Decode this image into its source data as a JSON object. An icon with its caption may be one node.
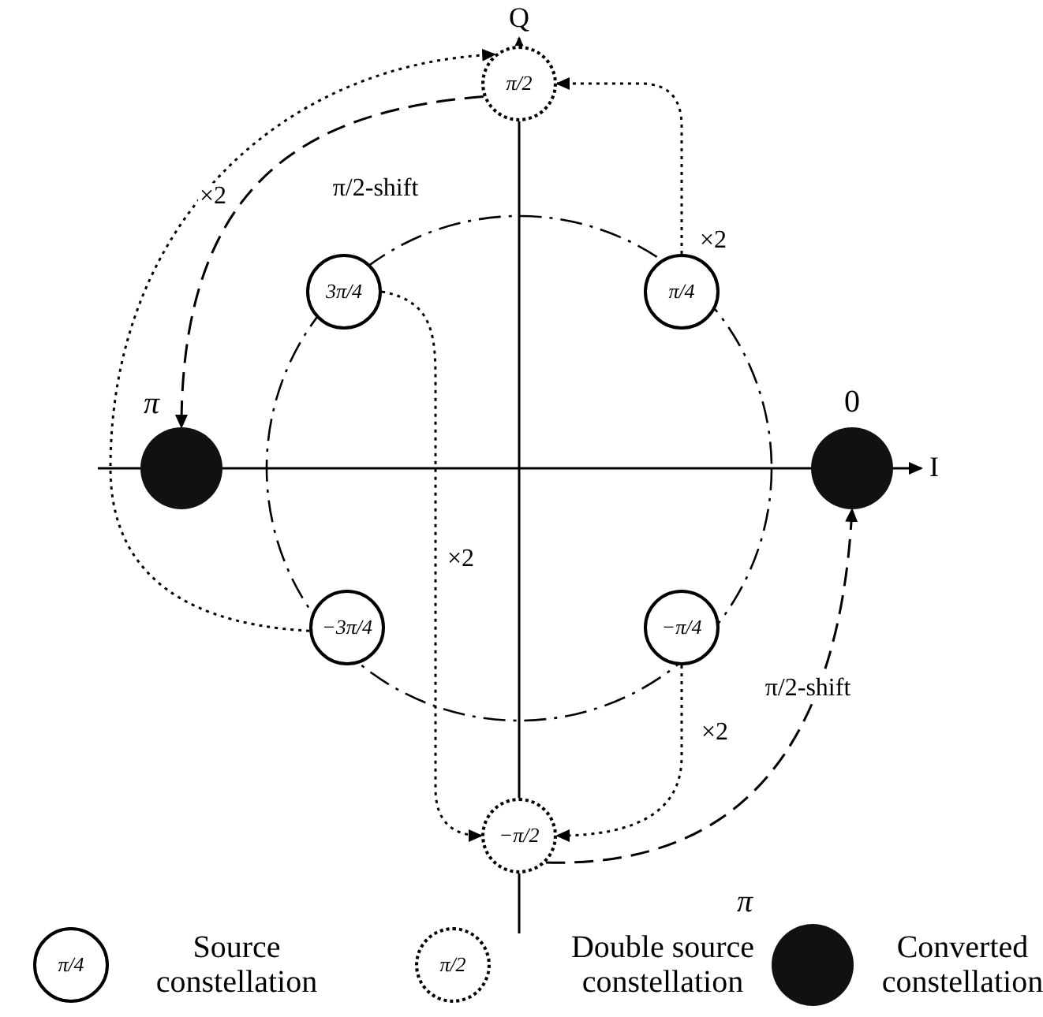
{
  "diagram": {
    "nodes": [
      {
        "text": [
          "π/2"
        ]
      },
      {
        "text": [
          "3π/4"
        ]
      },
      {
        "text": [
          "π/4"
        ]
      },
      {
        "text": [],
        "shape": "circle",
        "beside": [
          "π"
        ]
      },
      {
        "text": [],
        "shape": "circle",
        "beside": [
          "0"
        ]
      },
      {
        "text": [
          "−3π/4"
        ]
      },
      {
        "text": [
          "−π/4"
        ]
      },
      {
        "text": [
          "−π/2"
        ]
      }
    ],
    "edges": [
      {
        "from": 2,
        "to": 0,
        "arrow": "to",
        "label": "×2"
      },
      {
        "from": 5,
        "to": 0,
        "arrow": "to",
        "label": "×2"
      },
      {
        "from": 1,
        "to": 7,
        "arrow": "to",
        "label": "×2"
      },
      {
        "from": 6,
        "to": 7,
        "arrow": "to",
        "label": "×2"
      },
      {
        "from": 0,
        "to": 3,
        "arrow": "to",
        "label": "π/2-shift",
        "style": "dashed"
      },
      {
        "from": 7,
        "to": 4,
        "arrow": "to",
        "label": "π/2-shift",
        "style": "dashed"
      }
    ],
    "labels": [
      "Q",
      "I",
      "π/4",
      "π/2",
      "π"
    ],
    "legend": [
      {
        "text": "Source constellation"
      },
      {
        "text": "Double source constellation"
      },
      {
        "text": "Converted constellation"
      }
    ]
  }
}
